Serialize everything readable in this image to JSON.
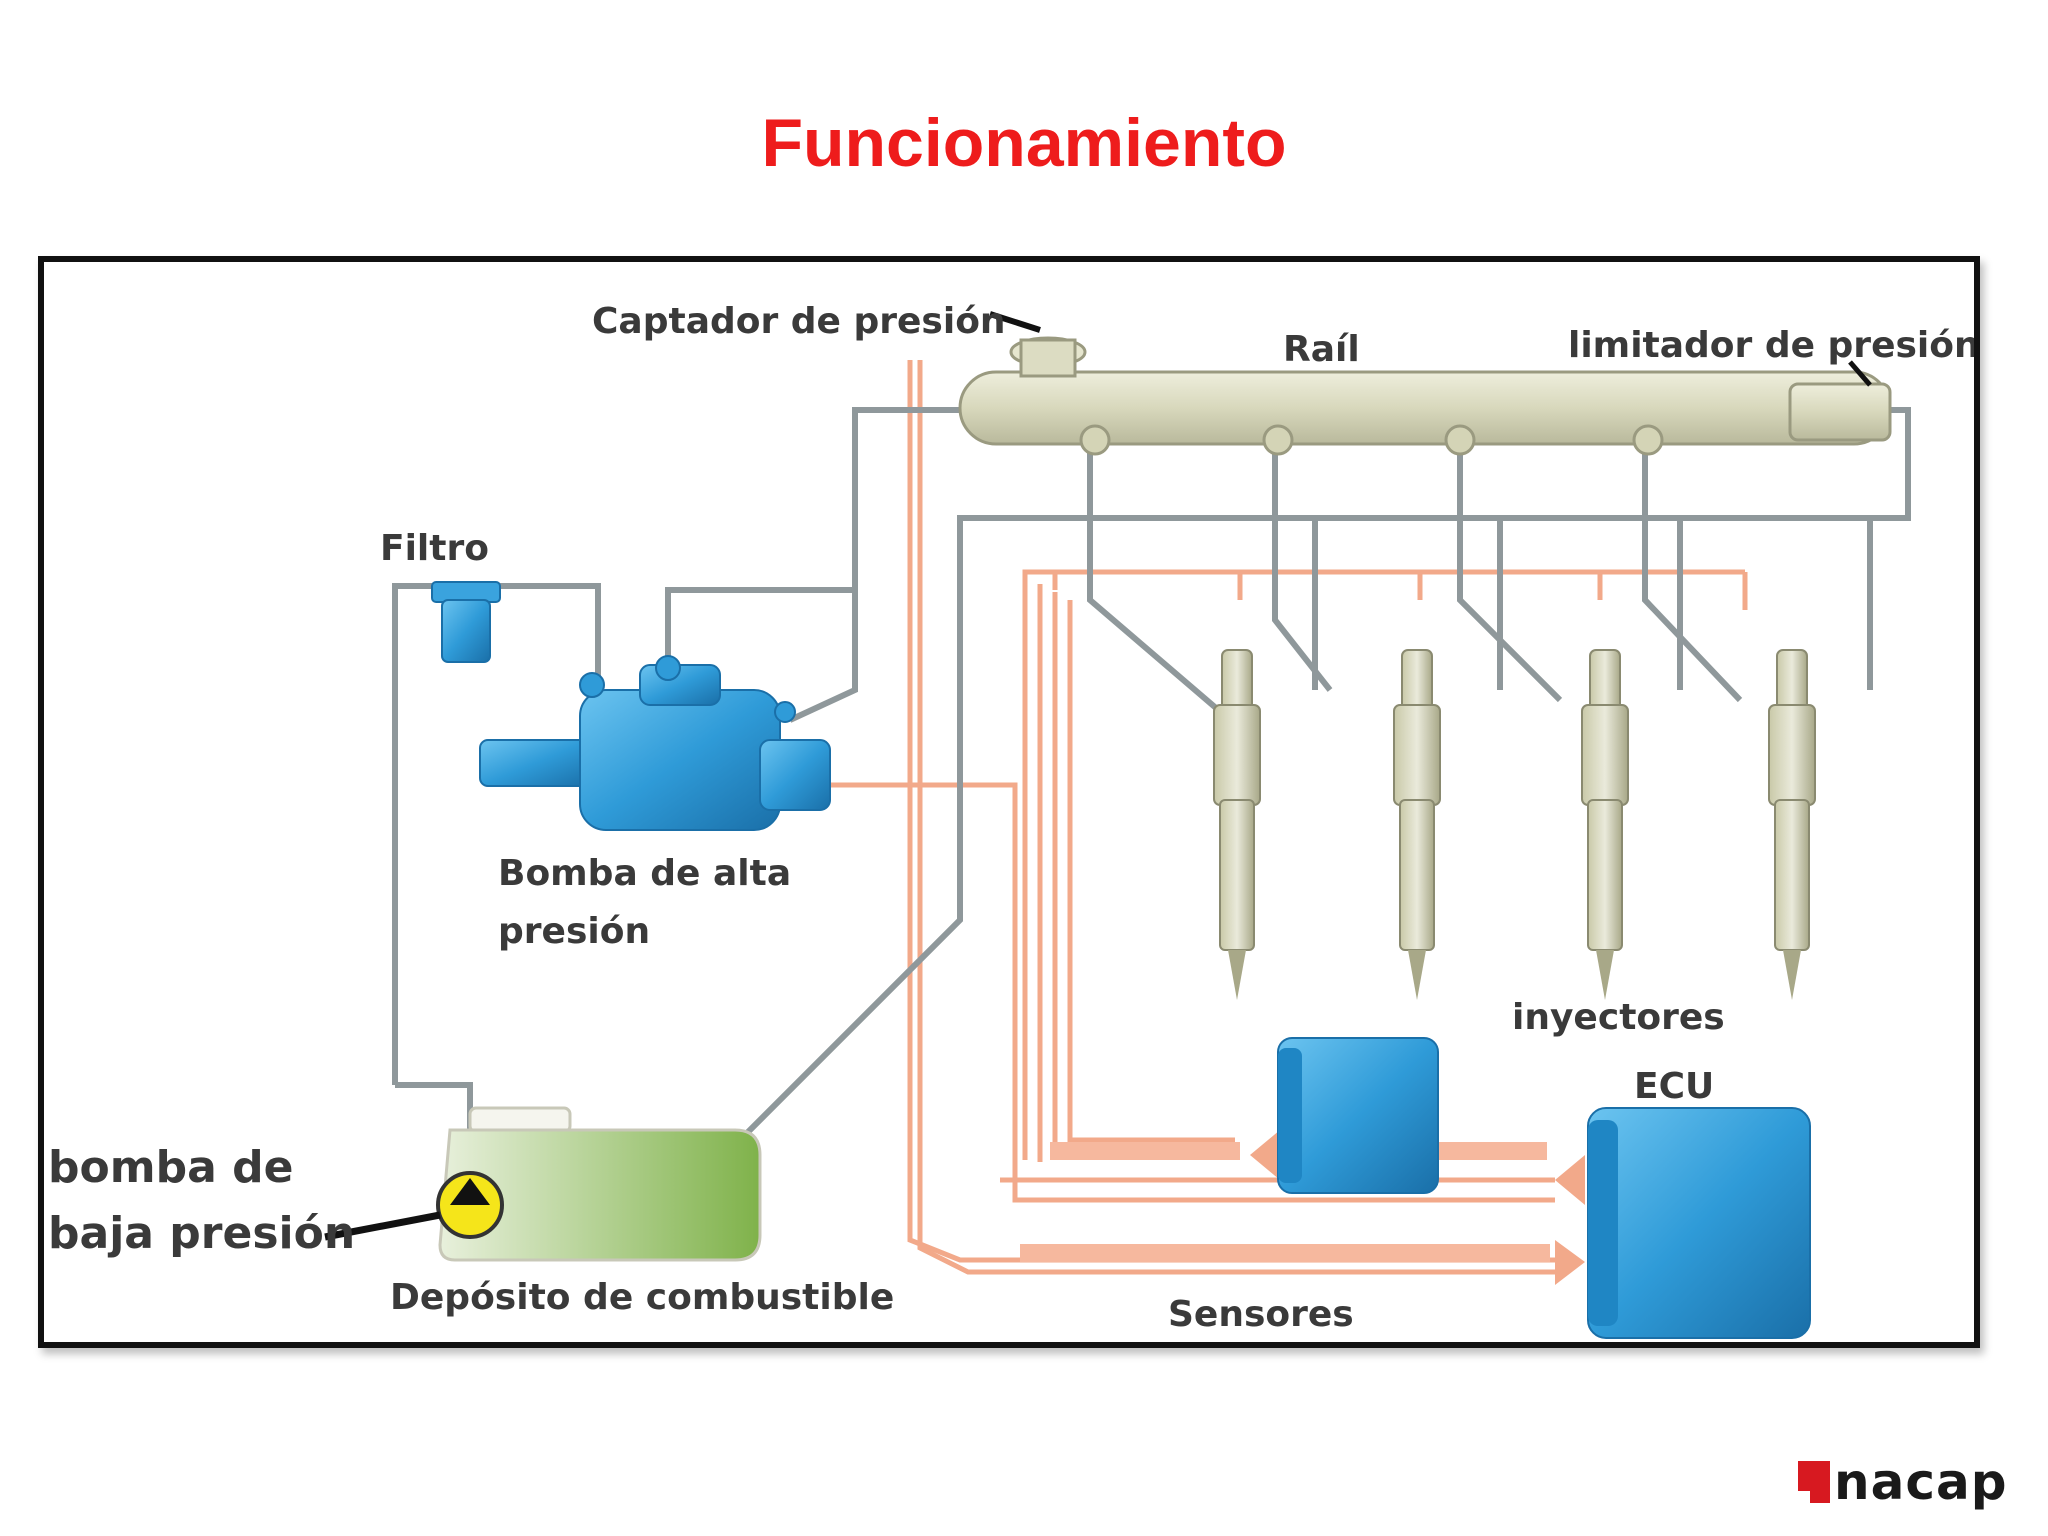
{
  "slide": {
    "title": "Funcionamiento"
  },
  "diagram": {
    "labels": {
      "captador": "Captador de presión",
      "rail": "Raíl",
      "limitador": "limitador de presión",
      "filtro": "Filtro",
      "bomba_alta_1": "Bomba de alta",
      "bomba_alta_2": "presión",
      "inyectores": "inyectores",
      "ecu": "ECU",
      "bomba_baja_1": "bomba de",
      "bomba_baja_2": "baja presión",
      "deposito": "Depósito de combustible",
      "sensores": "Sensores"
    },
    "colors": {
      "fuel_line": "#9aa3a6",
      "signal_line": "#f2a98a",
      "pump_blue": "#2f9bd8",
      "rail_body": "#dcdcc2",
      "tank_fuel": "#7fb24a"
    }
  },
  "logo": {
    "text": "nacap"
  }
}
